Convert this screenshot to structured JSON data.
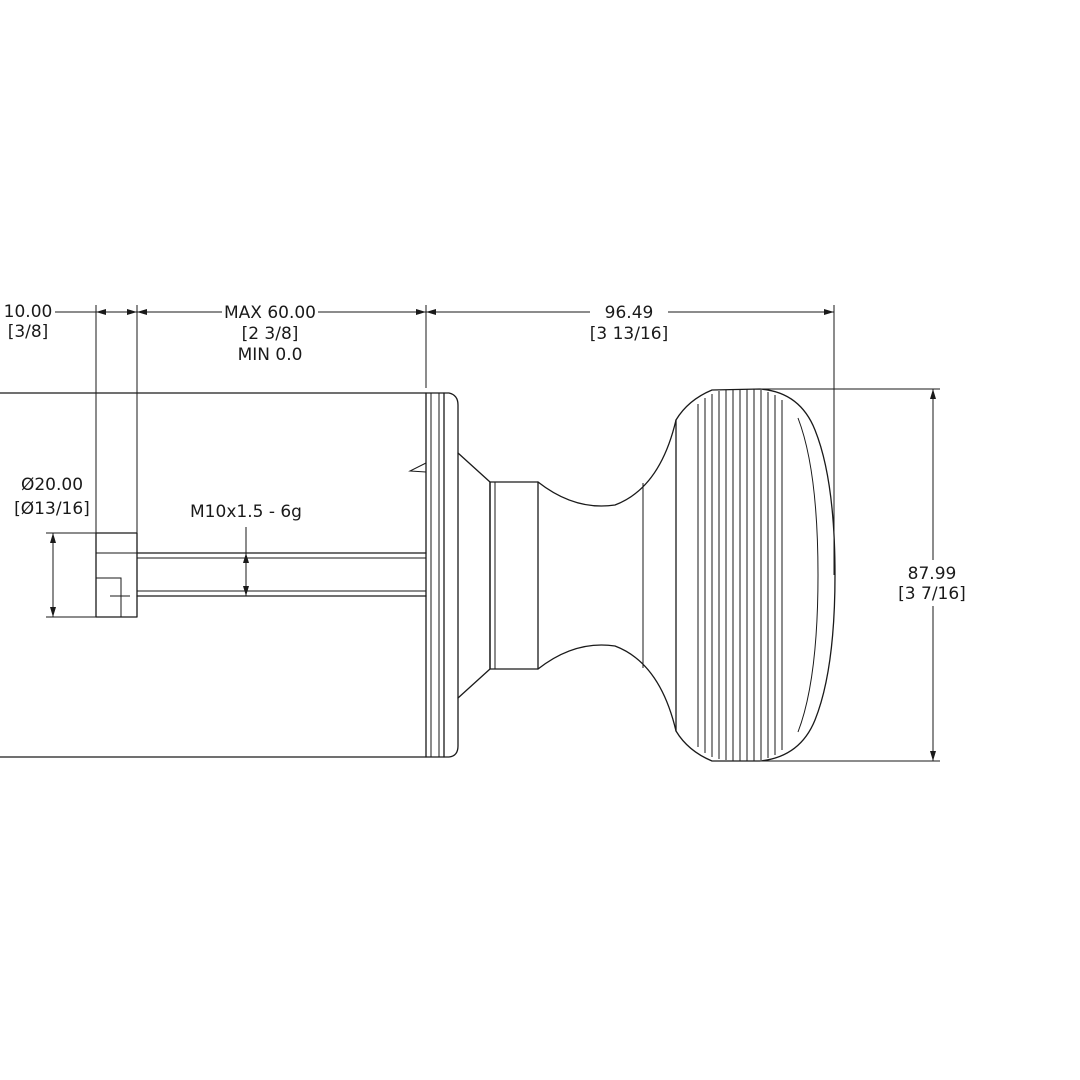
{
  "dimensions": {
    "nut_width": {
      "value": "10.00",
      "imperial": "[3/8]"
    },
    "door_thickness": {
      "value": "MAX 60.00",
      "imperial": "[2 3/8]",
      "min": "MIN 0.0"
    },
    "knob_projection": {
      "value": "96.49",
      "imperial": "[3 13/16]"
    },
    "knob_diameter": {
      "value": "87.99",
      "imperial": "[3 7/16]"
    },
    "nut_diameter": {
      "value": "Ø20.00",
      "imperial": "[Ø13/16]"
    },
    "thread": {
      "value": "M10x1.5 - 6g"
    }
  }
}
